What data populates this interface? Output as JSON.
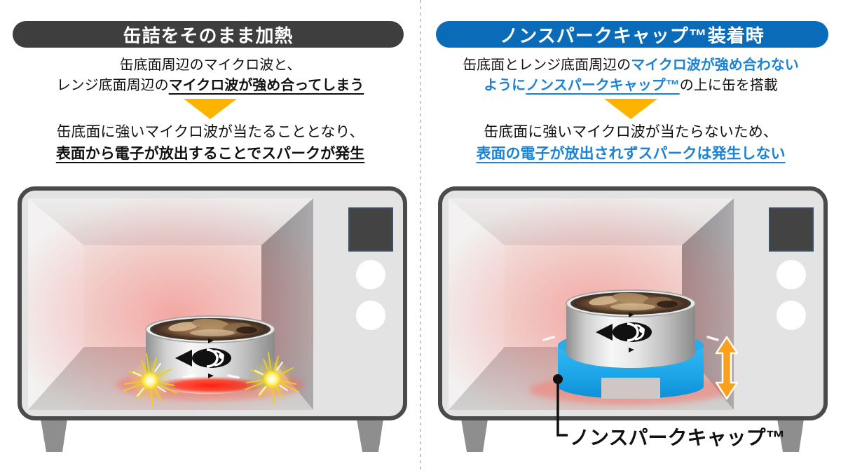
{
  "left": {
    "title": "缶詰をそのまま加熱",
    "cause": {
      "line1": "缶底面周辺のマイクロ波と、",
      "line2_plain": "レンジ底面周辺の",
      "line2_emph": "マイクロ波が強め合ってしまう"
    },
    "result": {
      "line1": "缶底面に強いマイクロ波が当たることとなり、",
      "line2_emph": "表面から電子が放出することでスパークが発生"
    }
  },
  "right": {
    "title": "ノンスパークキャップ™装着時",
    "cause": {
      "line1_plain": "缶底面とレンジ底面周辺の",
      "line1_emph": "マイクロ波が強め合わない",
      "line2_emph": "ように",
      "line2_link": "ノンスパークキャップ™",
      "line2_plain": "の上に缶を搭載"
    },
    "result": {
      "line1": "缶底面に強いマイクロ波が当たらないため、",
      "line2_emph": "表面の電子が放出されずスパークは発生しない"
    },
    "cap_label": "ノンスパークキャップ™"
  },
  "icons": {
    "down_arrow": "down-arrow",
    "height_double_arrow": "height-double-arrow",
    "fish": "fish-icon",
    "spark": "spark-burst"
  },
  "colors": {
    "banner_dark": "#3e3e3e",
    "banner_blue": "#0a6cb9",
    "emphasis_blue": "#1b82d4",
    "arrow_orange": "#fcb400",
    "cap_blue": "#1ca6e8",
    "spark_yellow": "#ffe431",
    "heat_red": "#ff271a",
    "microwave_body": "#e4e3e3",
    "microwave_border": "#4a4a4a"
  }
}
